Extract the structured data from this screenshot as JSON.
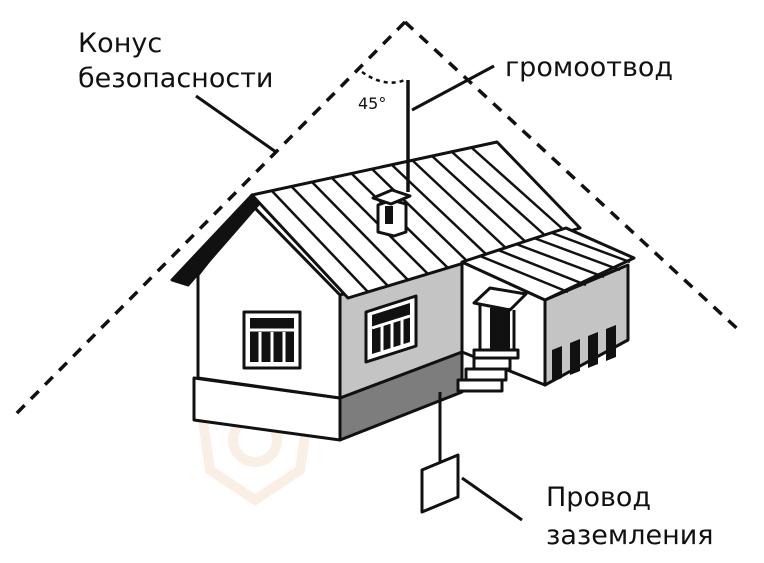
{
  "labels": {
    "cone_line1": "Конус",
    "cone_line2": "безопасности",
    "lightning_rod": "громоотвод",
    "angle": "45°",
    "ground_wire_line1": "Провод",
    "ground_wire_line2": "заземления"
  },
  "colors": {
    "ink": "#111111",
    "wall_light": "#ffffff",
    "wall_mid": "#c4c4c4",
    "wall_dark": "#7d7d7d",
    "watermark": "#f6e3cf"
  }
}
